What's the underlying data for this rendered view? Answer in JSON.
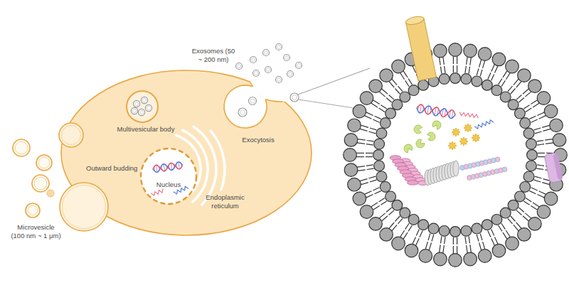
{
  "diagram": {
    "nodes": [
      {
        "text": [
          "Multivesicular body"
        ]
      },
      {
        "text": [
          "Exocytosis"
        ]
      },
      {
        "text": [
          "Nucleus"
        ]
      }
    ],
    "labels": [
      "Exosomes (50 ~ 200 nm)",
      "Outward budding",
      "Endoplasmic reticulum",
      "Microvesicle (100 nm ~ 1 μm)"
    ]
  }
}
